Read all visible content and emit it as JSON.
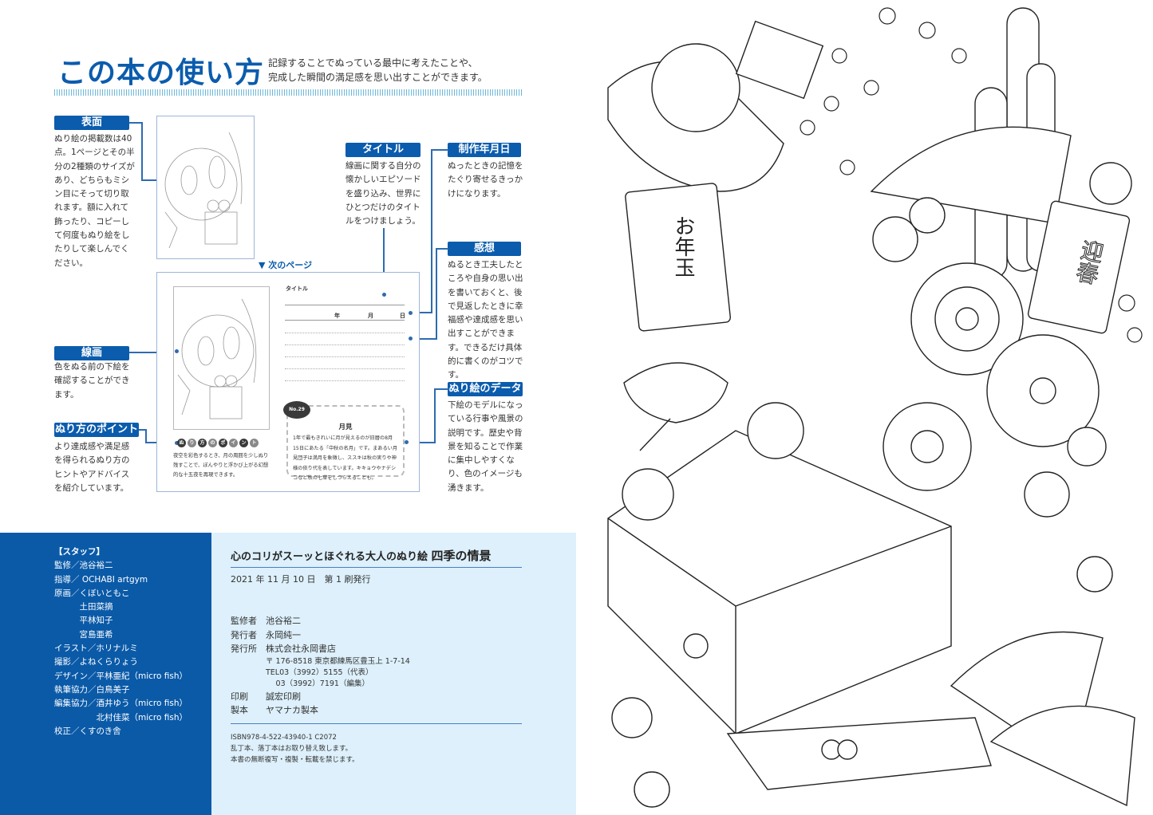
{
  "header": {
    "title": "この本の使い方",
    "lead": [
      "記録することでぬっている最中に考えたことや、",
      "完成した瞬間の満足感を思い出すことができます。"
    ]
  },
  "sections": {
    "cover": {
      "label": "表面",
      "text": "ぬり絵の掲載数は40点。1ページとその半分の2種類のサイズがあり、どちらもミシン目にそって切り取れます。額に入れて飾ったり、コピーして何度もぬり絵をしたりして楽しんでください。"
    },
    "title": {
      "label": "タイトル",
      "text": "線画に関する自分の懐かしいエピソードを盛り込み、世界にひとつだけのタイトルをつけましょう。"
    },
    "date": {
      "label": "制作年月日",
      "text": "ぬったときの記憶をたぐり寄せるきっかけになります。"
    },
    "impression": {
      "label": "感想",
      "text": "ぬるとき工夫したところや自身の思い出を書いておくと、後で見返したときに幸福感や達成感を思い出すことができます。できるだけ具体的に書くのがコツです。"
    },
    "lineart": {
      "label": "線画",
      "text": "色をぬる前の下絵を確認することができます。"
    },
    "tips": {
      "label": "ぬり方のポイント",
      "text": "より達成感や満足感を得られるぬり方のヒントやアドバイスを紹介しています。"
    },
    "data": {
      "label": "ぬり絵のデータ",
      "text": "下絵のモデルになっている行事や風景の説明です。歴史や背景を知ることで作業に集中しやすくなり、色のイメージも湧きます。"
    }
  },
  "next_page": "▼ 次のページ",
  "sample": {
    "title_label": "タイトル",
    "year": "年",
    "month": "月",
    "day": "日",
    "point_chars": [
      "ぬ",
      "り",
      "方",
      "の",
      "ポ",
      "イ",
      "ン",
      "ト"
    ],
    "point_text": "夜空を彩色するとき、月の周囲を少しぬり残すことで、ぼんやりと浮かび上がる幻想的な十五夜を再現できます。",
    "badge": "No.29",
    "data_title": "月見",
    "data_text": "1年で最もきれいに月が見えるのが旧暦の8月15日にあたる「中秋の名月」です。まあるい月見団子は満月を象徴し、ススキは秋の実りや神様の依り代を表しています。キキョウやナデシコなど秋の七草をしつらえることも。"
  },
  "staff": {
    "heading": "【スタッフ】",
    "lines": [
      "監修／池谷裕二",
      "指導／ OCHABI artgym",
      "原画／くぼいともこ",
      "　　　土田菜摘",
      "　　　平林知子",
      "　　　宮島亜希",
      "イラスト／ホリナルミ",
      "撮影／よねくらりょう",
      "デザイン／平林亜紀（micro fish）",
      "執筆協力／白鳥美子",
      "編集協力／酒井ゆう（micro fish）",
      "　　　　　北村佳菜（micro fish）",
      "校正／くすのき舎"
    ]
  },
  "colophon": {
    "book_title": "心のコリがスーッとほぐれる大人のぬり絵",
    "book_subtitle": "四季の情景",
    "edition": "2021 年 11 月 10 日　第 1 刷発行",
    "rows": [
      {
        "k": "監修者",
        "v": "池谷裕二"
      },
      {
        "k": "発行者",
        "v": "永岡純一"
      },
      {
        "k": "発行所",
        "v": "株式会社永岡書店"
      }
    ],
    "address": [
      "〒 176-8518 東京都練馬区豊玉上 1-7-14",
      "TEL03（3992）5155（代表）",
      "　 03（3992）7191（編集）"
    ],
    "rows2": [
      {
        "k": "印刷",
        "v": "誠宏印刷"
      },
      {
        "k": "製本",
        "v": "ヤマナカ製本"
      }
    ],
    "notes": [
      "ISBN978-4-522-43940-1 C2072",
      "乱丁本、落丁本はお取り替え致します。",
      "本書の無断複写・複製・転載を禁じます。"
    ]
  },
  "illustration": {
    "otoshidama": "お年玉",
    "geishun": "迎春"
  },
  "colors": {
    "brand_blue": "#0b5cad",
    "staff_bg": "#0a5aa8",
    "colophon_bg": "#ddf0fb"
  }
}
